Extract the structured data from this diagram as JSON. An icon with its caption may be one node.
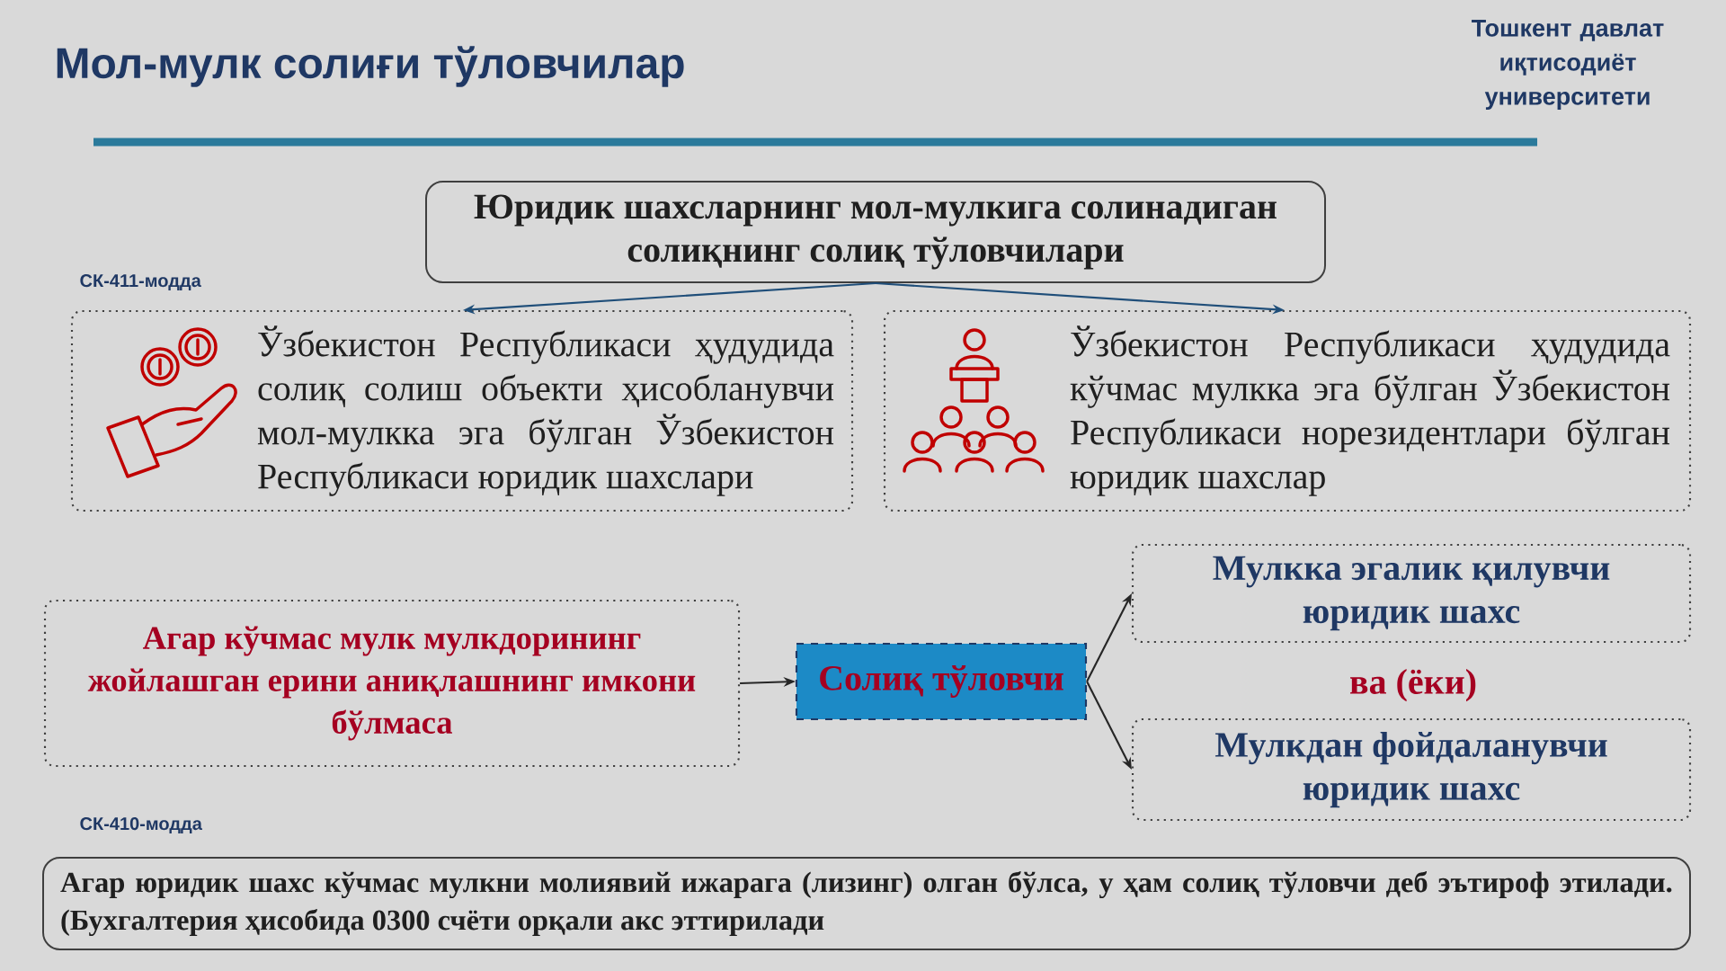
{
  "diagram": {
    "title": "Мол-мулк солиғи тўловчилар",
    "nodes": [
      {
        "text": [
          "Юридик шахсларнинг мол-мулкига солинадиган солиқнинг солиқ тўловчилари"
        ]
      },
      {
        "text": [
          "Ўзбекистон Республикаси ҳудудида солиқ солиш объекти ҳисобланувчи мол-мулкка эга бўлган Ўзбекистон Республикаси юридик шахслари"
        ]
      },
      {
        "text": [
          "Ўзбекистон Республикаси ҳудудида кўчмас мулкка эга бўлган Ўзбекистон Республикаси норезидентлари бўлган юридик шахслар"
        ]
      },
      {
        "text": [
          "Агар кўчмас мулк мулкдорининг жойлашган ерини аниқлашнинг имкони бўлмаса"
        ]
      },
      {
        "text": [
          "Солиқ тўловчи"
        ]
      },
      {
        "text": [
          "Мулкка эгалик қилувчи юридик шахс"
        ]
      },
      {
        "text": [
          "Мулкдан фойдаланувчи юридик шахс"
        ]
      },
      {
        "text": [
          "Агар юридик шахс кўчмас мулкни молиявий ижарага (лизинг) олган бўлса, у ҳам солиқ тўловчи деб эътироф этилади. (Бухгалтерия ҳисобида 0300 счёти орқали акс эттирилади"
        ]
      }
    ],
    "edges": [
      {
        "from": 0,
        "to": 1,
        "arrow": "to",
        "color": "#1f4e79"
      },
      {
        "from": 0,
        "to": 2,
        "arrow": "to",
        "color": "#1f4e79"
      },
      {
        "from": 3,
        "to": 4,
        "arrow": "to"
      },
      {
        "from": 4,
        "to": 5,
        "arrow": "to"
      },
      {
        "from": 4,
        "to": 6,
        "arrow": "to"
      }
    ],
    "labels": [
      "Тошкент давлат иқтисодиёт университети",
      "СК-411-модда",
      "ва (ёки)",
      "СК-410-модда"
    ]
  }
}
